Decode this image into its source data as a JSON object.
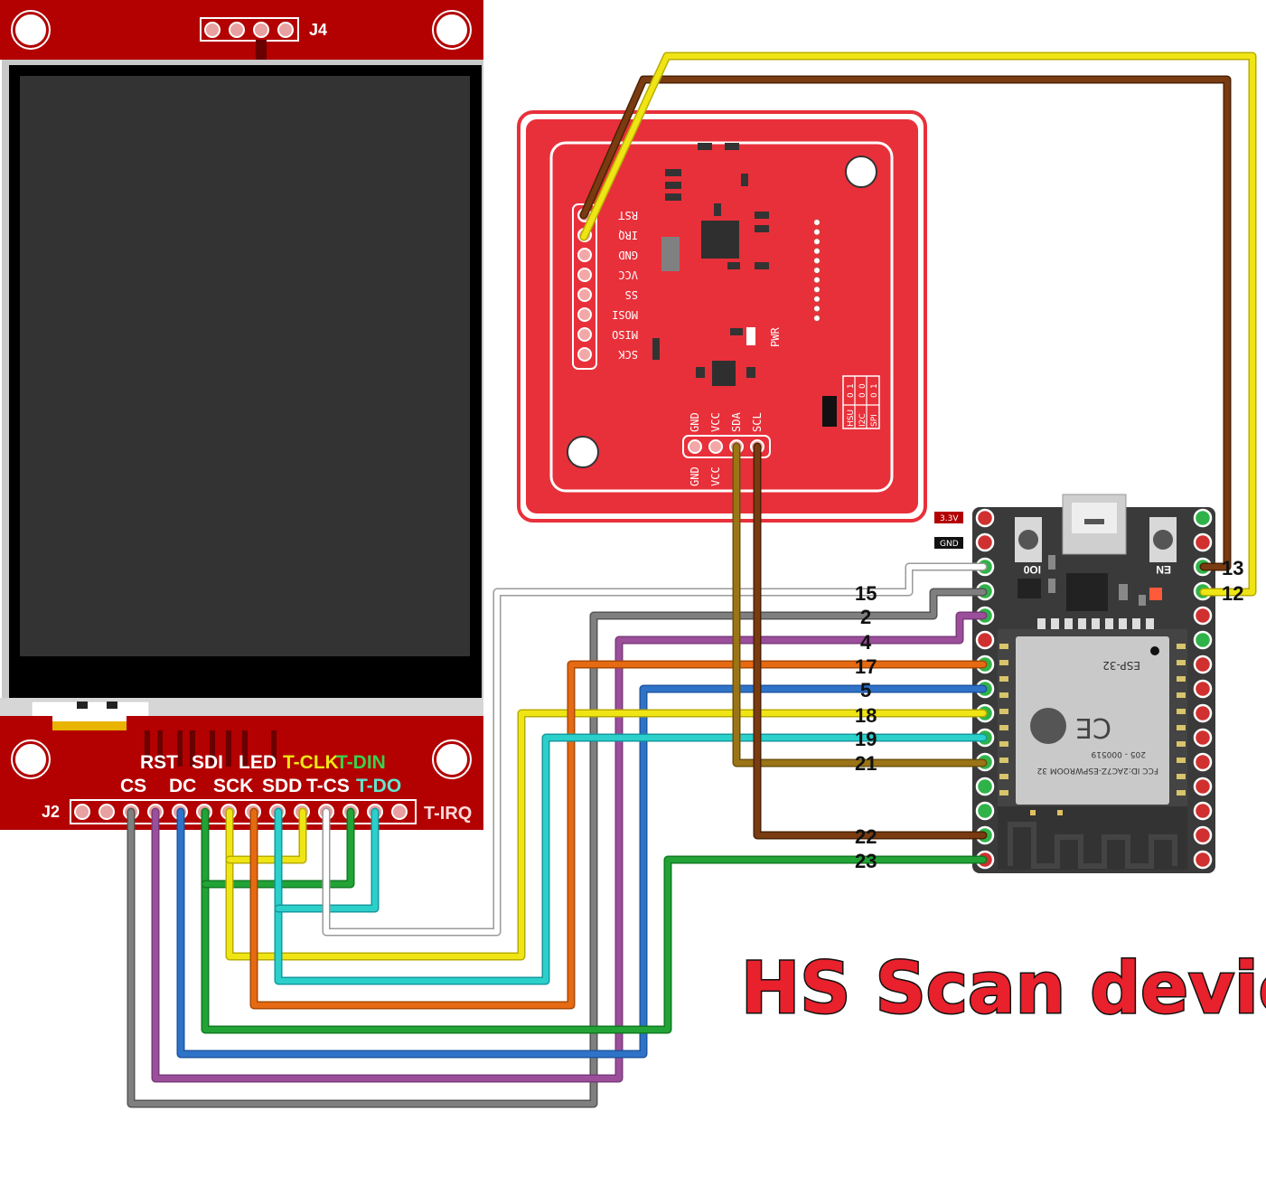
{
  "title": "HS Scan device",
  "colors": {
    "board_red": "#b30000",
    "rfid_red": "#e8303a",
    "esp_dark": "#3a3a3a",
    "screen": "#333333",
    "pin_green": "#2fb348",
    "pin_red": "#d03030"
  },
  "tft": {
    "top_header": "J4",
    "bottom_header": "J2",
    "labels_row1": [
      "RST",
      "SDI",
      "LED",
      "T-CLK",
      "T-DIN"
    ],
    "labels_row2": [
      "CS",
      "DC",
      "SCK",
      "SDD",
      "T-CS",
      "T-DO"
    ],
    "label_end": "T-IRQ"
  },
  "rfid": {
    "left_pins": [
      "RST",
      "IRQ",
      "GND",
      "VCC",
      "SS",
      "MOSI",
      "MISO",
      "SCK"
    ],
    "bottom_pins_top": [
      "GND",
      "VCC",
      "SDA",
      "SCL"
    ],
    "bottom_pins_bottom": [
      "GND",
      "VCC"
    ],
    "pwr_label": "PWR",
    "mode_table": [
      "HSU",
      "I2C",
      "SPI",
      "0",
      "1",
      "0",
      "0",
      "0",
      "1"
    ]
  },
  "esp32": {
    "button_left": "IO0",
    "button_right": "EN",
    "tag_33": "3.3V",
    "tag_gnd": "GND",
    "module_name": "ESP-32",
    "fcc": "FCC ID:2AC7Z-ESPWROOM 32",
    "cert": "205 - 000519",
    "left_gpio": [
      "15",
      "2",
      "4",
      "17",
      "5",
      "18",
      "19",
      "21",
      "22",
      "23"
    ],
    "right_gpio": [
      "13",
      "12"
    ]
  },
  "wires": [
    {
      "from": "TFT CS",
      "to": "GPIO 2",
      "color": "#7f7f7f"
    },
    {
      "from": "TFT RST",
      "to": "GPIO 4",
      "color": "#9b4f9b"
    },
    {
      "from": "TFT DC",
      "to": "GPIO 5",
      "color": "#2e73c7"
    },
    {
      "from": "TFT SDI",
      "to": "GPIO 23",
      "color": "#21a336"
    },
    {
      "from": "TFT SCK",
      "to": "GPIO 18",
      "color": "#f0e514"
    },
    {
      "from": "TFT LED",
      "to": "GPIO 17",
      "color": "#e56a12"
    },
    {
      "from": "TFT SDD",
      "to": "GPIO 19",
      "color": "#2ad0c9"
    },
    {
      "from": "TFT T-CS",
      "to": "GPIO 15",
      "color": "#c8c8c8"
    },
    {
      "from": "RFID SDA",
      "to": "GPIO 21",
      "color": "#9a7416"
    },
    {
      "from": "RFID SCL",
      "to": "GPIO 22",
      "color": "#7a3b10"
    },
    {
      "from": "RFID RST",
      "to": "GPIO 13",
      "color": "#7a3b10"
    },
    {
      "from": "RFID IRQ",
      "to": "GPIO 12",
      "color": "#f0e514"
    }
  ]
}
